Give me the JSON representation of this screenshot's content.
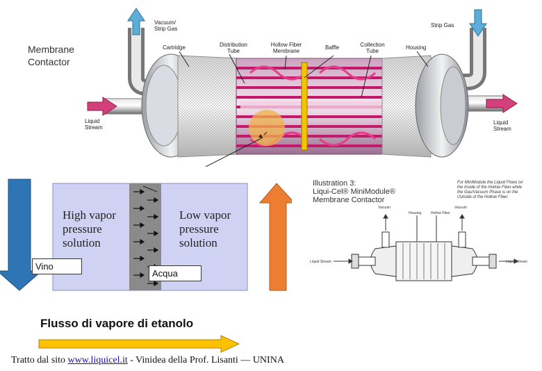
{
  "contactor": {
    "title_line1": "Membrane",
    "title_line2": "Contactor",
    "labels": {
      "vacuum_line1": "Vacuum/",
      "vacuum_line2": "Strip Gas",
      "strip_gas": "Strip Gas",
      "cartridge": "Cartridge",
      "distribution_line1": "Distribution",
      "distribution_line2": "Tube",
      "hollow_line1": "Hollow Fiber",
      "hollow_line2": "Membrane",
      "baffle": "Baffle",
      "collection_line1": "Collection",
      "collection_line2": "Tube",
      "housing": "Housing",
      "liquid_in_line1": "Liquid",
      "liquid_in_line2": "Stream",
      "liquid_out_line1": "Liquid",
      "liquid_out_line2": "Stream"
    }
  },
  "vapor": {
    "high_line1": "High vapor",
    "high_line2": "pressure",
    "high_line3": "solution",
    "low_line1": "Low vapor",
    "low_line2": "pressure",
    "low_line3": "solution",
    "vino": "Vino",
    "acqua": "Acqua"
  },
  "illustration": {
    "title_line1": "Illustration 3:",
    "title_line2": "Liqui-Cel® MiniModule®",
    "title_line3": "Membrane Contactor",
    "note_line1": "For MiniModule the Liquid Flows on",
    "note_line2": "the Inside of the Hollow Fiber while",
    "note_line3": "the Gas/Vacuum Phase is on the",
    "note_line4": "Outside of the Hollow Fiber.",
    "vacuum_left": "Vacuum",
    "housing": "Housing",
    "hollow_fiber": "Hollow Fiber",
    "vacuum_right": "Vacuum",
    "liquid_in": "Liquid Stream",
    "liquid_out": "Liquid Stream"
  },
  "flow_caption": "Flusso di vapore di etanolo",
  "footer": {
    "prefix": "Tratto dal sito ",
    "link": "www.liquicel.it",
    "suffix": " - Vinidea della Prof. Lisanti — UNINA"
  }
}
